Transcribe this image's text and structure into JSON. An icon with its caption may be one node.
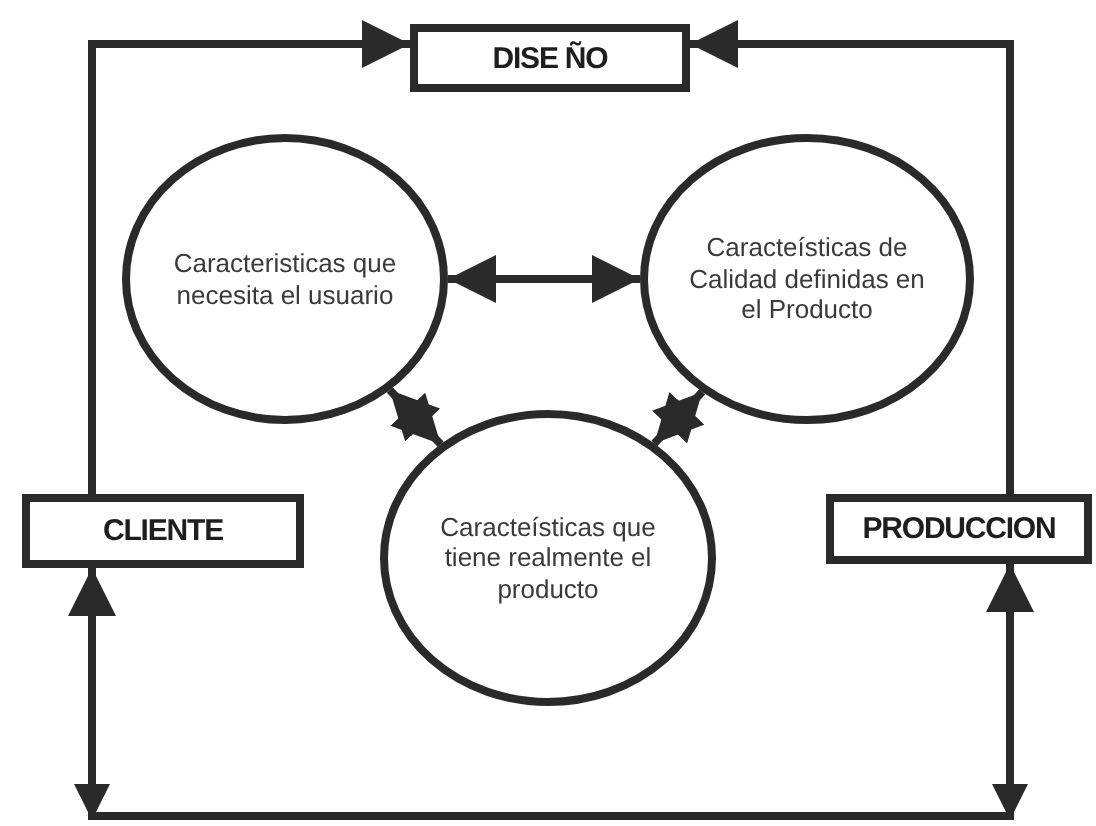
{
  "diagram": {
    "nodes": [
      {
        "text": [
          "DISE ÑO"
        ]
      },
      {
        "text": [
          "Caracteristicas que necesita el usuario"
        ]
      },
      {
        "text": [
          "Caracteísticas de Calidad definidas en el Producto"
        ]
      },
      {
        "text": [
          "CLIENTE"
        ]
      },
      {
        "text": [
          "Caracteísticas que tiene realmente el producto"
        ]
      },
      {
        "text": [
          "PRODUCCION"
        ]
      }
    ],
    "edges": [
      {
        "from": 3,
        "to": 0,
        "arrow": "to"
      },
      {
        "from": 5,
        "to": 0,
        "arrow": "to"
      },
      {
        "from": 1,
        "to": 2,
        "arrow": "both"
      },
      {
        "from": 1,
        "to": 4,
        "arrow": "both"
      },
      {
        "from": 2,
        "to": 4,
        "arrow": "both"
      },
      {
        "from": 3,
        "to": 5,
        "arrow": "both"
      }
    ]
  }
}
